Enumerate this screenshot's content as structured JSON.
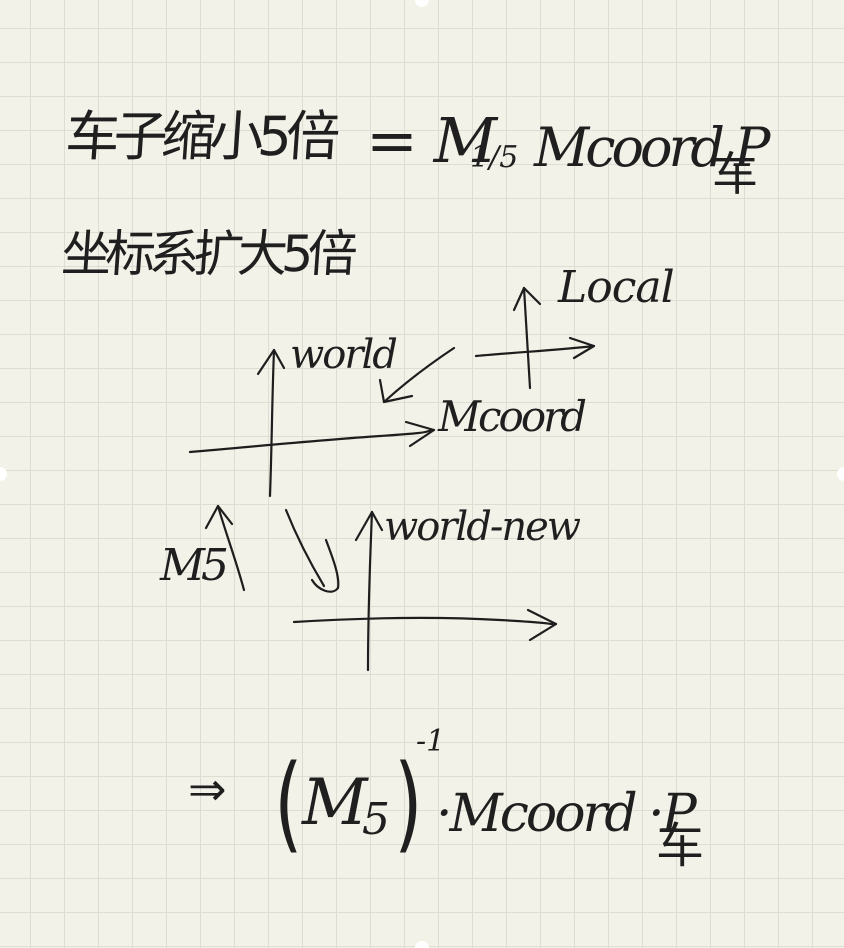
{
  "note": {
    "line1_cn": "车子缩小5倍",
    "line1_eq": "= M",
    "line1_sub": "1/5",
    "line1_rest": "Mcoord P",
    "line1_car": "车",
    "line2_cn": "坐标系扩大5倍"
  },
  "diagram": {
    "local_label": "Local",
    "world_label": "world",
    "mcoord_label": "Mcoord",
    "m5_label": "M5",
    "world_new_label": "world-new"
  },
  "result": {
    "arrow": "⇒",
    "open_paren": "(",
    "m5": "M",
    "m5_sub": "5",
    "close_paren": ")",
    "exponent": "-1",
    "rest": "·Mcoord ·P",
    "car": "车"
  }
}
